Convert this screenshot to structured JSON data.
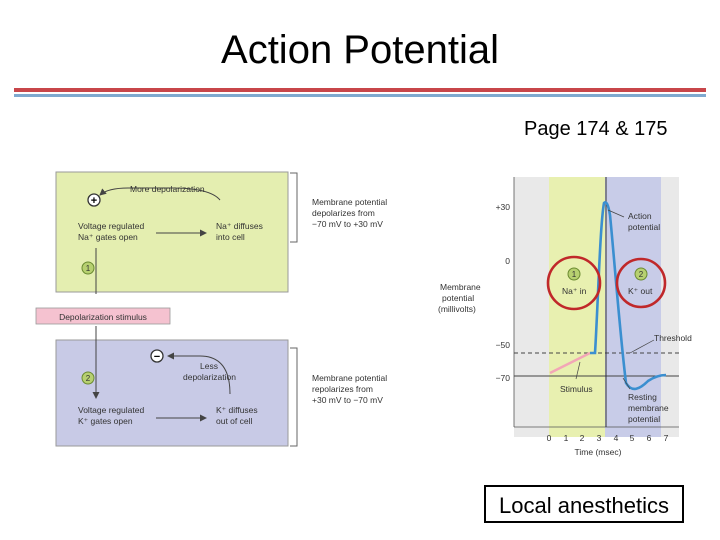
{
  "slide": {
    "title": "Action Potential",
    "page_ref": "Page 174 & 175",
    "callout": "Local anesthetics"
  },
  "flow": {
    "top_box": {
      "symbol": "+",
      "arc_label": "More depolarization",
      "left_line1": "Voltage regulated",
      "left_line2": "Na⁺ gates open",
      "right_line1": "Na⁺ diffuses",
      "right_line2": "into cell",
      "step": "1",
      "note_line1": "Membrane potential",
      "note_line2": "depolarizes from",
      "note_line3": "−70 mV to +30 mV"
    },
    "stimulus_label": "Depolarization stimulus",
    "bottom_box": {
      "symbol": "−",
      "arc_line1": "Less",
      "arc_line2": "depolarization",
      "left_line1": "Voltage regulated",
      "left_line2": "K⁺ gates open",
      "right_line1": "K⁺ diffuses",
      "right_line2": "out of cell",
      "step": "2",
      "note_line1": "Membrane potential",
      "note_line2": "repolarizes from",
      "note_line3": "+30 mV to −70 mV"
    },
    "colors": {
      "top_box": "#e4eeb0",
      "bottom_box": "#c8cae6",
      "stimulus": "#f5c2d0"
    }
  },
  "graph": {
    "ylabel_line1": "Membrane",
    "ylabel_line2": "potential",
    "ylabel_line3": "(millivolts)",
    "xlabel": "Time (msec)",
    "y_ticks": [
      "+30",
      "0",
      "−50",
      "−70"
    ],
    "x_ticks": [
      "0",
      "1",
      "2",
      "3",
      "4",
      "5",
      "6",
      "7"
    ],
    "label_action_line1": "Action",
    "label_action_line2": "potential",
    "label_threshold": "Threshold",
    "label_stimulus": "Stimulus",
    "label_resting_line1": "Resting",
    "label_resting_line2": "membrane",
    "label_resting_line3": "potential",
    "marker1_num": "1",
    "marker1_text": "Na⁺ in",
    "marker2_num": "2",
    "marker2_text": "K⁺ out",
    "colors": {
      "phase1": "#e8f0b0",
      "phase2": "#c8cce8",
      "trace": "#3b8fd0",
      "circle": "#c0282a"
    }
  }
}
